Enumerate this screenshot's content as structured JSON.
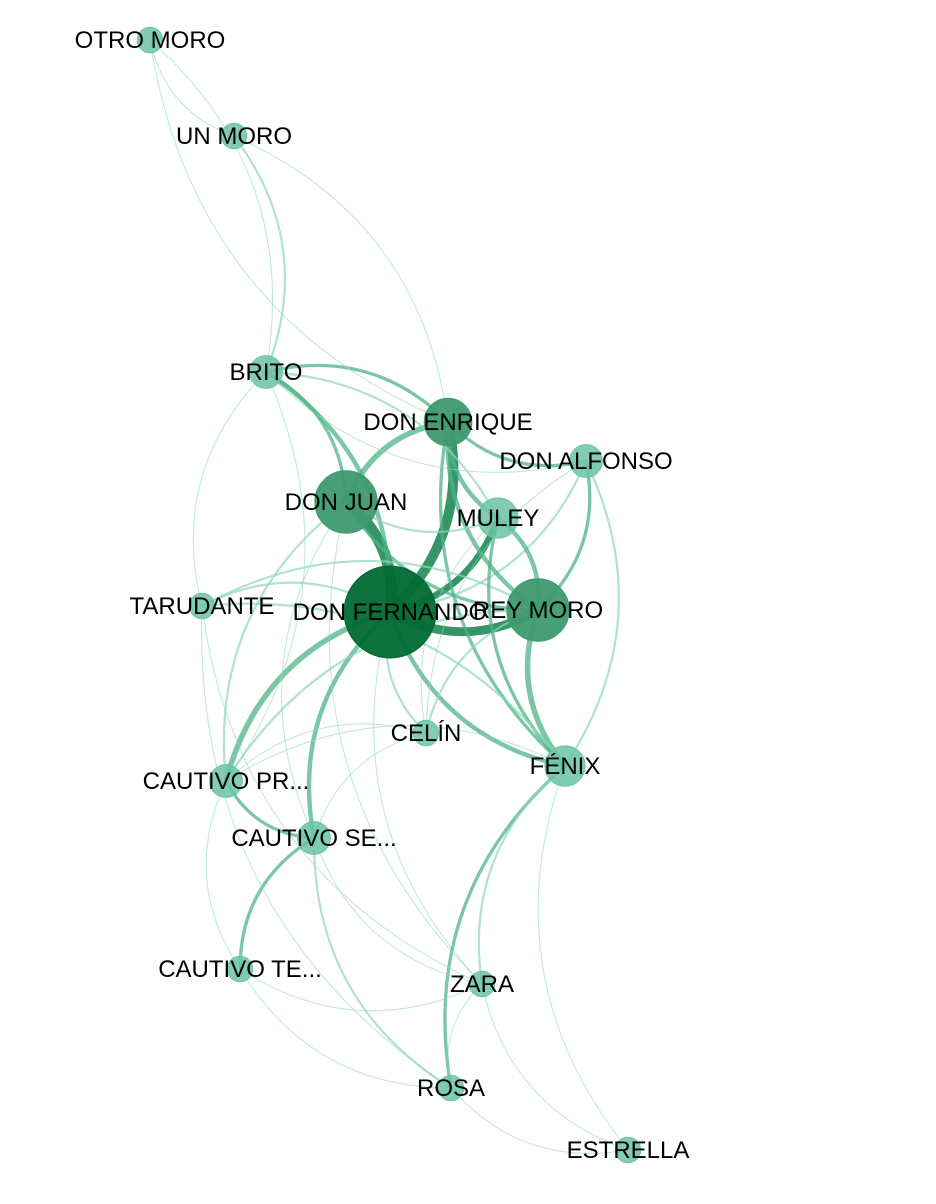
{
  "graph": {
    "colors": {
      "edge_light": "#8fd6bd",
      "edge_mid": "#4fb38a",
      "edge_dark": "#1f8a55",
      "node_small": "#6cc4a4",
      "node_mid": "#3f9a6e",
      "node_large": "#006a32"
    },
    "nodes": [
      {
        "id": "otro-moro",
        "label": "OTRO MORO",
        "weight": 1
      },
      {
        "id": "un-moro",
        "label": "UN MORO",
        "weight": 1
      },
      {
        "id": "brito",
        "label": "BRITO",
        "weight": 2
      },
      {
        "id": "don-enrique",
        "label": "DON ENRIQUE",
        "weight": 4
      },
      {
        "id": "don-alfonso",
        "label": "DON ALFONSO",
        "weight": 2
      },
      {
        "id": "don-juan",
        "label": "DON JUAN",
        "weight": 6
      },
      {
        "id": "muley",
        "label": "MULEY",
        "weight": 3
      },
      {
        "id": "tarudante",
        "label": "TARUDANTE",
        "weight": 1
      },
      {
        "id": "don-fernando",
        "label": "DON FERNANDO",
        "weight": 10
      },
      {
        "id": "rey-moro",
        "label": "REY MORO",
        "weight": 6
      },
      {
        "id": "celin",
        "label": "CELÍN",
        "weight": 1
      },
      {
        "id": "fenix",
        "label": "FÉNIX",
        "weight": 3
      },
      {
        "id": "cautivo-pr",
        "label": "CAUTIVO PR...",
        "weight": 2
      },
      {
        "id": "cautivo-se",
        "label": "CAUTIVO SE...",
        "weight": 2
      },
      {
        "id": "cautivo-te",
        "label": "CAUTIVO TE...",
        "weight": 1
      },
      {
        "id": "zara",
        "label": "ZARA",
        "weight": 1
      },
      {
        "id": "rosa",
        "label": "ROSA",
        "weight": 1
      },
      {
        "id": "estrella",
        "label": "ESTRELLA",
        "weight": 1
      }
    ],
    "edges": [
      {
        "source": "don-fernando",
        "target": "don-juan",
        "weight": 10
      },
      {
        "source": "don-fernando",
        "target": "don-enrique",
        "weight": 9
      },
      {
        "source": "don-fernando",
        "target": "rey-moro",
        "weight": 8
      },
      {
        "source": "don-fernando",
        "target": "muley",
        "weight": 6
      },
      {
        "source": "don-fernando",
        "target": "brito",
        "weight": 4
      },
      {
        "source": "don-fernando",
        "target": "fenix",
        "weight": 4
      },
      {
        "source": "don-fernando",
        "target": "cautivo-pr",
        "weight": 5
      },
      {
        "source": "don-fernando",
        "target": "cautivo-se",
        "weight": 4
      },
      {
        "source": "don-fernando",
        "target": "tarudante",
        "weight": 2
      },
      {
        "source": "don-fernando",
        "target": "celin",
        "weight": 2
      },
      {
        "source": "don-fernando",
        "target": "zara",
        "weight": 1
      },
      {
        "source": "don-fernando",
        "target": "don-alfonso",
        "weight": 2
      },
      {
        "source": "don-enrique",
        "target": "don-juan",
        "weight": 5
      },
      {
        "source": "don-enrique",
        "target": "muley",
        "weight": 4
      },
      {
        "source": "don-enrique",
        "target": "rey-moro",
        "weight": 4
      },
      {
        "source": "don-enrique",
        "target": "brito",
        "weight": 3
      },
      {
        "source": "don-enrique",
        "target": "don-alfonso",
        "weight": 3
      },
      {
        "source": "don-enrique",
        "target": "fenix",
        "weight": 3
      },
      {
        "source": "don-enrique",
        "target": "un-moro",
        "weight": 1
      },
      {
        "source": "don-juan",
        "target": "brito",
        "weight": 3
      },
      {
        "source": "don-juan",
        "target": "rey-moro",
        "weight": 3
      },
      {
        "source": "don-juan",
        "target": "muley",
        "weight": 2
      },
      {
        "source": "don-juan",
        "target": "cautivo-pr",
        "weight": 2
      },
      {
        "source": "don-juan",
        "target": "cautivo-se",
        "weight": 1
      },
      {
        "source": "rey-moro",
        "target": "fenix",
        "weight": 5
      },
      {
        "source": "rey-moro",
        "target": "muley",
        "weight": 4
      },
      {
        "source": "rey-moro",
        "target": "don-alfonso",
        "weight": 3
      },
      {
        "source": "rey-moro",
        "target": "tarudante",
        "weight": 2
      },
      {
        "source": "rey-moro",
        "target": "celin",
        "weight": 2
      },
      {
        "source": "rey-moro",
        "target": "cautivo-pr",
        "weight": 2
      },
      {
        "source": "muley",
        "target": "fenix",
        "weight": 3
      },
      {
        "source": "muley",
        "target": "celin",
        "weight": 1
      },
      {
        "source": "muley",
        "target": "brito",
        "weight": 2
      },
      {
        "source": "fenix",
        "target": "don-alfonso",
        "weight": 2
      },
      {
        "source": "fenix",
        "target": "rosa",
        "weight": 3
      },
      {
        "source": "fenix",
        "target": "zara",
        "weight": 2
      },
      {
        "source": "fenix",
        "target": "estrella",
        "weight": 1
      },
      {
        "source": "fenix",
        "target": "tarudante",
        "weight": 2
      },
      {
        "source": "fenix",
        "target": "cautivo-pr",
        "weight": 1
      },
      {
        "source": "cautivo-pr",
        "target": "cautivo-se",
        "weight": 3
      },
      {
        "source": "cautivo-pr",
        "target": "cautivo-te",
        "weight": 1
      },
      {
        "source": "cautivo-pr",
        "target": "brito",
        "weight": 1
      },
      {
        "source": "cautivo-se",
        "target": "cautivo-te",
        "weight": 3
      },
      {
        "source": "cautivo-se",
        "target": "rosa",
        "weight": 2
      },
      {
        "source": "cautivo-se",
        "target": "zara",
        "weight": 1
      },
      {
        "source": "cautivo-te",
        "target": "zara",
        "weight": 1
      },
      {
        "source": "cautivo-te",
        "target": "rosa",
        "weight": 1
      },
      {
        "source": "tarudante",
        "target": "zara",
        "weight": 1
      },
      {
        "source": "tarudante",
        "target": "rosa",
        "weight": 1
      },
      {
        "source": "brito",
        "target": "otro-moro",
        "weight": 1
      },
      {
        "source": "brito",
        "target": "un-moro",
        "weight": 2
      },
      {
        "source": "brito",
        "target": "tarudante",
        "weight": 1
      },
      {
        "source": "brito",
        "target": "don-alfonso",
        "weight": 1
      },
      {
        "source": "otro-moro",
        "target": "un-moro",
        "weight": 1
      },
      {
        "source": "otro-moro",
        "target": "don-enrique",
        "weight": 1
      },
      {
        "source": "zara",
        "target": "rosa",
        "weight": 1
      },
      {
        "source": "zara",
        "target": "estrella",
        "weight": 1
      },
      {
        "source": "rosa",
        "target": "estrella",
        "weight": 1
      },
      {
        "source": "celin",
        "target": "cautivo-se",
        "weight": 1
      },
      {
        "source": "celin",
        "target": "cautivo-pr",
        "weight": 1
      },
      {
        "source": "don-alfonso",
        "target": "celin",
        "weight": 1
      },
      {
        "source": "don-juan",
        "target": "zara",
        "weight": 1
      }
    ]
  }
}
